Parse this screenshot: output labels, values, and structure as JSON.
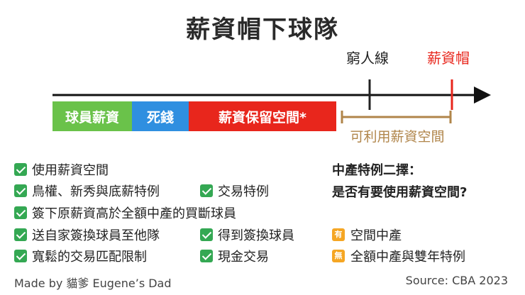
{
  "title": "薪資帽下球隊",
  "markers": {
    "poverty_line": "窮人線",
    "salary_cap": "薪資帽"
  },
  "bar_segments": [
    {
      "label": "球員薪資",
      "color": "#6ac24a"
    },
    {
      "label": "死錢",
      "color": "#2f8fe0"
    },
    {
      "label": "薪資保留空間*",
      "color": "#e8261c"
    }
  ],
  "usable_space_label": "可利用薪資空間",
  "allowed_list": [
    {
      "label": "使用薪資空間"
    },
    {
      "label": "鳥權、新秀與底薪特例"
    },
    {
      "label": "交易特例"
    },
    {
      "label": "簽下原薪資高於全額中產的買斷球員"
    },
    {
      "label": "送自家簽換球員至他隊"
    },
    {
      "label": "得到簽換球員"
    },
    {
      "label": "寬鬆的交易匹配限制"
    },
    {
      "label": "現金交易"
    }
  ],
  "exception_choice": {
    "question_line1": "中產特例二擇：",
    "question_line2": "是否有要使用薪資空間?",
    "options": [
      {
        "badge": "有",
        "label": "空間中產"
      },
      {
        "badge": "無",
        "label": "全額中產與雙年特例"
      }
    ]
  },
  "footer": {
    "credit": "Made by 貓爹 Eugene’s Dad",
    "source": "Source: CBA 2023"
  },
  "colors": {
    "axis": "#111111",
    "poverty_marker": "#222222",
    "cap_marker": "#e8261c",
    "usable_bracket": "#b0854a",
    "check": "#34a853",
    "badge": "#f5a623"
  }
}
